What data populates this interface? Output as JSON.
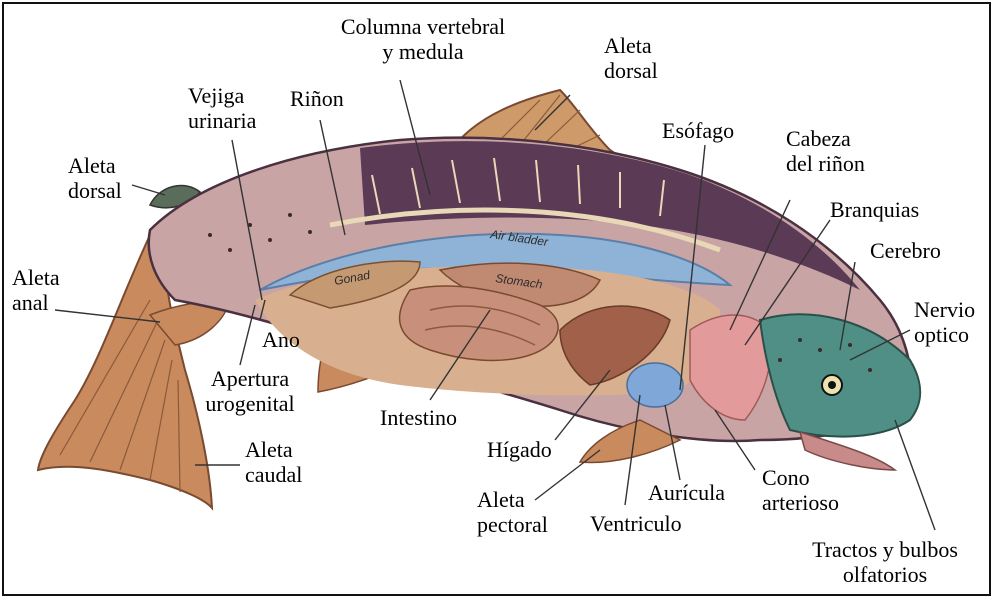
{
  "labels": {
    "columna": [
      "Columna vertebral",
      "y medula"
    ],
    "aleta_dorsal_top": [
      "Aleta",
      "dorsal"
    ],
    "vejiga": [
      "Vejiga",
      "urinaria"
    ],
    "rinon": [
      "Riñon"
    ],
    "esofago": [
      "Esófago"
    ],
    "cabeza_rinon": [
      "Cabeza",
      "del riñon"
    ],
    "aleta_dorsal_left": [
      "Aleta",
      "dorsal"
    ],
    "branquias": [
      "Branquias"
    ],
    "cerebro": [
      "Cerebro"
    ],
    "aleta_anal": [
      "Aleta",
      "anal"
    ],
    "nervio": [
      "Nervio",
      "optico"
    ],
    "ano": [
      "Ano"
    ],
    "apertura": [
      "Apertura",
      "urogenital"
    ],
    "intestino": [
      "Intestino"
    ],
    "aleta_caudal": [
      "Aleta",
      "caudal"
    ],
    "higado": [
      "Hígado"
    ],
    "cono": [
      "Cono",
      "arterioso"
    ],
    "auricula": [
      "Aurícula"
    ],
    "aleta_pectoral": [
      "Aleta",
      "pectoral"
    ],
    "ventriculo": [
      "Ventriculo"
    ],
    "tractos": [
      "Tractos y bulbos",
      "olfatorios"
    ]
  },
  "organ_labels": {
    "air_bladder": "Air bladder",
    "gonad": "Gonad",
    "stomach": "Stomach"
  },
  "colors": {
    "body_back": "#5a3a55",
    "body_side": "#c9a4a4",
    "belly": "#ead8cc",
    "air_bladder": "#8fb3d6",
    "organs": "#c08a72",
    "fins": "#c98a5e",
    "head": "#4f8f86",
    "gills": "#e39a9a",
    "leader": "#333333"
  }
}
